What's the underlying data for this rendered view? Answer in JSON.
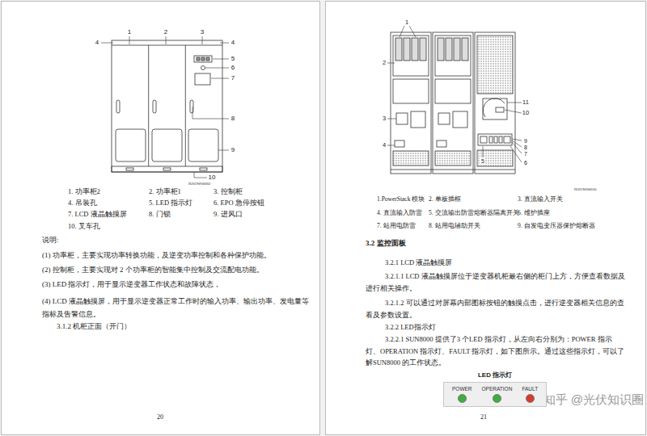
{
  "diagram": {
    "nodes": [
      {
        "text": [
          "LED 指示灯",
          "POWER",
          "OPERATION",
          "FAULT"
        ]
      }
    ],
    "labels": [
      "1",
      "2",
      "3",
      "4",
      "4",
      "5",
      "6",
      "7",
      "8",
      "9",
      "10",
      "IU01W00002",
      "1. 功率柜2",
      "2. 功率柜1",
      "3. 控制柜",
      "4. 吊装孔",
      "5. LED 指示灯",
      "6. EPO 急停按钮",
      "7. LCD 液晶触摸屏",
      "8. 门锁",
      "9. 进风口",
      "10. 叉车孔",
      "说明:",
      "(1) 功率柜，主要实现功率转换功能，及逆变功率控制和各种保护功能。",
      "(2) 控制柜，主要实现对 2 个功率柜的智能集中控制及交流配电功能。",
      "(3) LED 指示灯，用于显示逆变器工作状态和故障状态，",
      "(4) LCD 液晶触摸屏，用于显示逆变器正常工作时的输入功率、输出功率、发电量等指标及告警信息。",
      "3.1.2 机柜正面（开门）",
      "20",
      "1",
      "2",
      "3",
      "4",
      "5",
      "6",
      "7",
      "8",
      "9",
      "10",
      "11",
      "IU01W00016",
      "1.PowerStack 模块",
      "2. 单板插框",
      "3. 直流输入开关",
      "4. 直流输入防雷",
      "5. 交流输出防雷熔断器隔离开关",
      "6. 维护插座",
      "7. 站用电防雷",
      "8. 站用电辅助开关",
      "9. 自发电变压器保护熔断器",
      "3.2 监控面板",
      "3.2.1 LCD 液晶触摸屏",
      "3.2.1.1 LCD 液晶触摸屏位于逆变器机柜最右侧的柜门上方，方便查看数据及进行相关操作。",
      "3.2.1.2 可以通过对屏幕内部图标按钮的触摸点击，进行逆变器相关信息的查看及参数设置。",
      "3.2.2 LED指示灯",
      "3.2.2.1 SUN8000 提供了3 个LED 指示灯，从左向右分别为：POWER 指示灯、OPERATION 指示灯、FAULT 指示灯，如下图所示。通过这些指示灯，可以了解SUN8000 的工作状态。",
      "21",
      "知乎 @光伏知识圈"
    ]
  }
}
